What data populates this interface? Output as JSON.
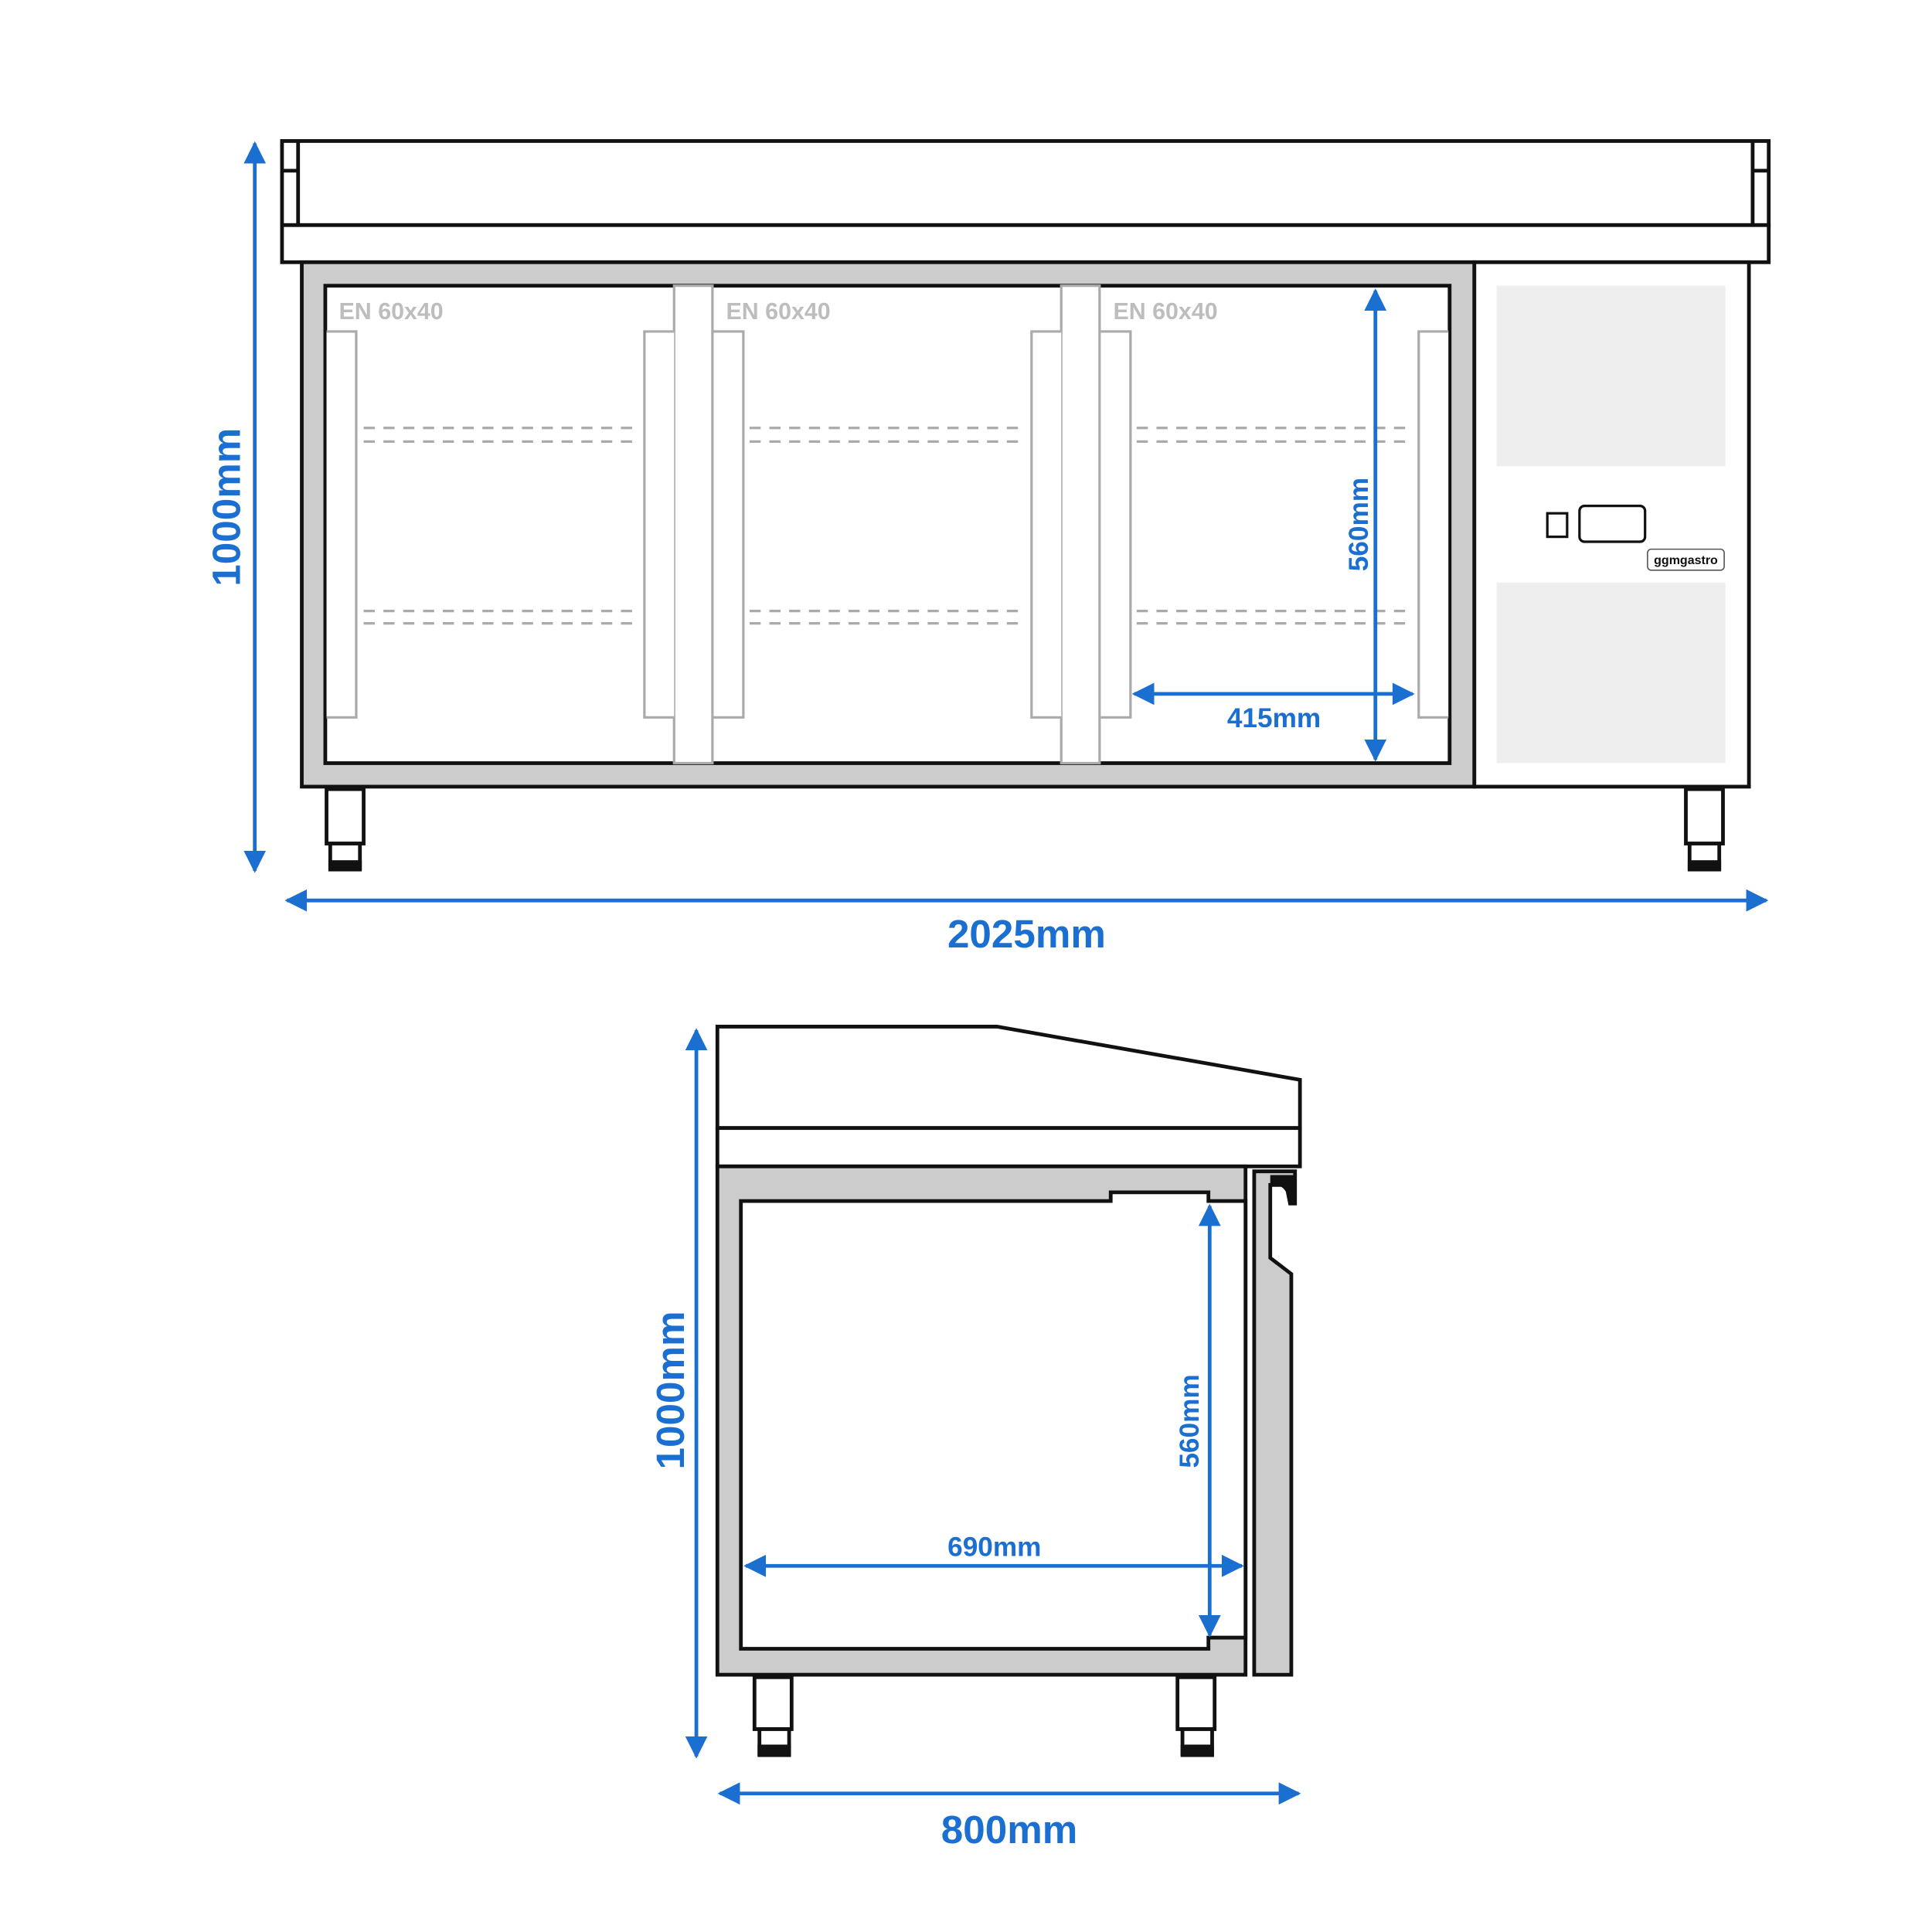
{
  "front_view": {
    "height_label": "1000mm",
    "width_label": "2025mm",
    "inner_height_label": "560mm",
    "inner_width_label": "415mm",
    "compartments": [
      {
        "label": "EN 60x40"
      },
      {
        "label": "EN 60x40"
      },
      {
        "label": "EN 60x40"
      }
    ],
    "brand_label": "ggmgastro"
  },
  "side_view": {
    "height_label": "1000mm",
    "depth_label": "800mm",
    "inner_height_label": "560mm",
    "inner_depth_label": "690mm"
  },
  "colors": {
    "dimension": "#1a6fd0",
    "outline": "#111111",
    "insulation": "#cccccc",
    "panel": "#eeeeee",
    "shelf": "#aaaaaa"
  }
}
